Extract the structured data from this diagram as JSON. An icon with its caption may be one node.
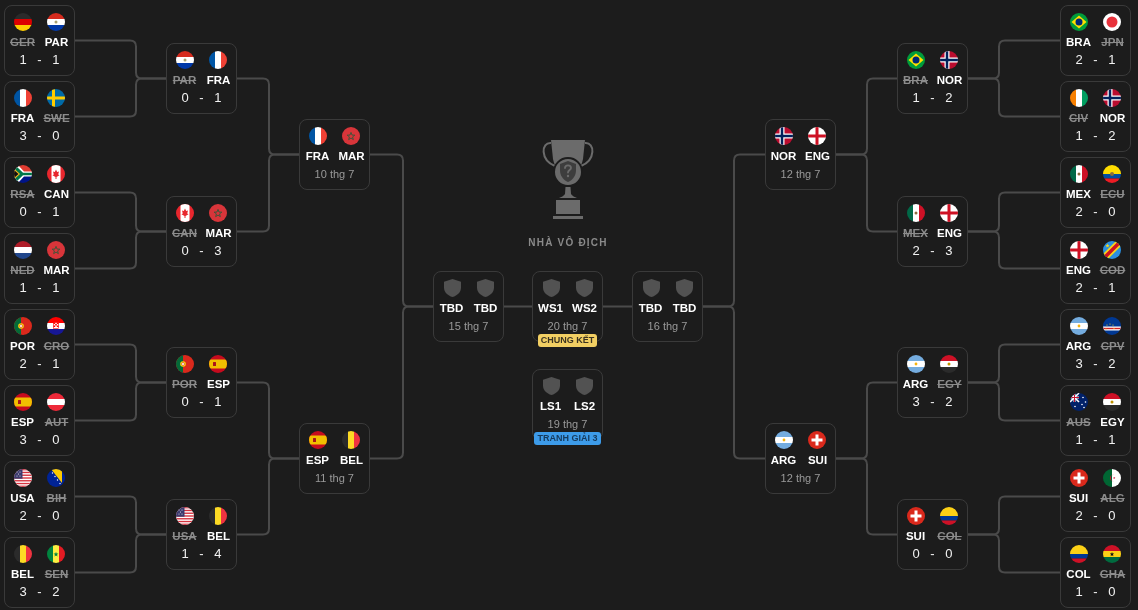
{
  "diagram": {
    "nodes": [
      {
        "text": [
          "GER",
          "PAR",
          "1 - 1"
        ]
      },
      {
        "text": [
          "FRA",
          "SWE",
          "3 - 0"
        ]
      },
      {
        "text": [
          "RSA",
          "CAN",
          "0 - 1"
        ]
      },
      {
        "text": [
          "NED",
          "MAR",
          "1 - 1"
        ]
      },
      {
        "text": [
          "POR",
          "CRO",
          "2 - 1"
        ]
      },
      {
        "text": [
          "ESP",
          "AUT",
          "3 - 0"
        ]
      },
      {
        "text": [
          "USA",
          "BIH",
          "2 - 0"
        ]
      },
      {
        "text": [
          "BEL",
          "SEN",
          "3 - 2"
        ]
      },
      {
        "text": [
          "PAR",
          "FRA",
          "0 - 1"
        ]
      },
      {
        "text": [
          "CAN",
          "MAR",
          "0 - 3"
        ]
      },
      {
        "text": [
          "POR",
          "ESP",
          "0 - 1"
        ]
      },
      {
        "text": [
          "USA",
          "BEL",
          "1 - 4"
        ]
      },
      {
        "text": [
          "FRA",
          "MAR",
          "10 thg 7"
        ]
      },
      {
        "text": [
          "ESP",
          "BEL",
          "11 thg 7"
        ]
      },
      {
        "text": [
          "TBD",
          "TBD",
          "15 thg 7"
        ]
      },
      {
        "text": [
          "WS1",
          "WS2",
          "20 thg 7",
          "CHUNG KẾT"
        ]
      },
      {
        "text": [
          "LS1",
          "LS2",
          "19 thg 7",
          "TRANH GIẢI 3"
        ]
      },
      {
        "text": [
          "TBD",
          "TBD",
          "16 thg 7"
        ]
      },
      {
        "text": [
          "NOR",
          "ENG",
          "12 thg 7"
        ]
      },
      {
        "text": [
          "ARG",
          "SUI",
          "12 thg 7"
        ]
      },
      {
        "text": [
          "BRA",
          "NOR",
          "1 - 2"
        ]
      },
      {
        "text": [
          "MEX",
          "ENG",
          "2 - 3"
        ]
      },
      {
        "text": [
          "ARG",
          "EGY",
          "3 - 2"
        ]
      },
      {
        "text": [
          "SUI",
          "COL",
          "0 - 0"
        ]
      },
      {
        "text": [
          "BRA",
          "JPN",
          "2 - 1"
        ]
      },
      {
        "text": [
          "CIV",
          "NOR",
          "1 - 2"
        ]
      },
      {
        "text": [
          "MEX",
          "ECU",
          "2 - 0"
        ]
      },
      {
        "text": [
          "ENG",
          "COD",
          "2 - 1"
        ]
      },
      {
        "text": [
          "ARG",
          "CPV",
          "3 - 2"
        ]
      },
      {
        "text": [
          "AUS",
          "EGY",
          "1 - 1"
        ]
      },
      {
        "text": [
          "SUI",
          "ALG",
          "2 - 0"
        ]
      },
      {
        "text": [
          "COL",
          "GHA",
          "1 - 0"
        ]
      }
    ],
    "edges": [
      {
        "from": 0,
        "to": 8,
        "arrow": "none"
      },
      {
        "from": 1,
        "to": 8,
        "arrow": "none"
      },
      {
        "from": 2,
        "to": 9,
        "arrow": "none"
      },
      {
        "from": 3,
        "to": 9,
        "arrow": "none"
      },
      {
        "from": 4,
        "to": 10,
        "arrow": "none"
      },
      {
        "from": 5,
        "to": 10,
        "arrow": "none"
      },
      {
        "from": 6,
        "to": 11,
        "arrow": "none"
      },
      {
        "from": 7,
        "to": 11,
        "arrow": "none"
      },
      {
        "from": 8,
        "to": 12,
        "arrow": "none"
      },
      {
        "from": 9,
        "to": 12,
        "arrow": "none"
      },
      {
        "from": 10,
        "to": 13,
        "arrow": "none"
      },
      {
        "from": 11,
        "to": 13,
        "arrow": "none"
      },
      {
        "from": 12,
        "to": 14,
        "arrow": "none"
      },
      {
        "from": 13,
        "to": 14,
        "arrow": "none"
      },
      {
        "from": 14,
        "to": 15,
        "arrow": "none"
      },
      {
        "from": 17,
        "to": 15,
        "arrow": "none"
      },
      {
        "from": 18,
        "to": 17,
        "arrow": "none"
      },
      {
        "from": 19,
        "to": 17,
        "arrow": "none"
      },
      {
        "from": 20,
        "to": 18,
        "arrow": "none"
      },
      {
        "from": 21,
        "to": 18,
        "arrow": "none"
      },
      {
        "from": 22,
        "to": 19,
        "arrow": "none"
      },
      {
        "from": 23,
        "to": 19,
        "arrow": "none"
      },
      {
        "from": 24,
        "to": 20,
        "arrow": "none"
      },
      {
        "from": 25,
        "to": 20,
        "arrow": "none"
      },
      {
        "from": 26,
        "to": 21,
        "arrow": "none"
      },
      {
        "from": 27,
        "to": 21,
        "arrow": "none"
      },
      {
        "from": 28,
        "to": 22,
        "arrow": "none"
      },
      {
        "from": 29,
        "to": 22,
        "arrow": "none"
      },
      {
        "from": 30,
        "to": 23,
        "arrow": "none"
      },
      {
        "from": 31,
        "to": 23,
        "arrow": "none"
      }
    ],
    "labels": [
      "NHÀ VÔ ĐỊCH"
    ]
  }
}
